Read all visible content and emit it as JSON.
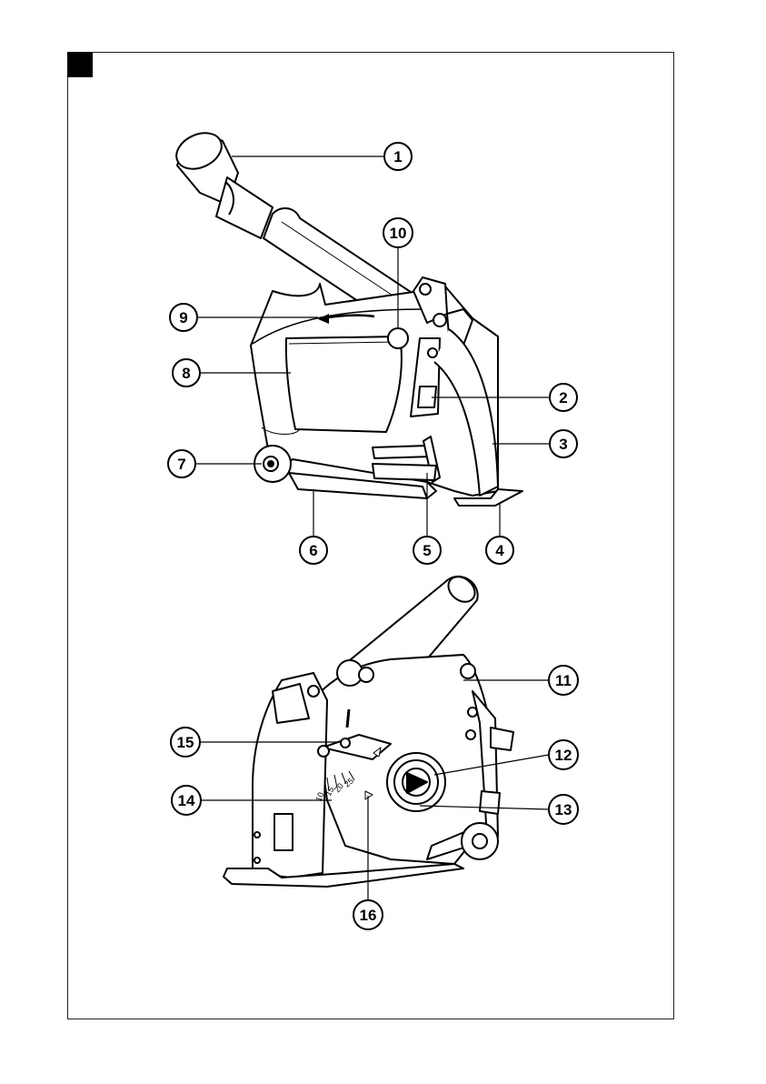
{
  "figure": {
    "callouts": [
      {
        "id": "1",
        "label": "1"
      },
      {
        "id": "2",
        "label": "2"
      },
      {
        "id": "3",
        "label": "3"
      },
      {
        "id": "4",
        "label": "4"
      },
      {
        "id": "5",
        "label": "5"
      },
      {
        "id": "6",
        "label": "6"
      },
      {
        "id": "7",
        "label": "7"
      },
      {
        "id": "8",
        "label": "8"
      },
      {
        "id": "9",
        "label": "9"
      },
      {
        "id": "10",
        "label": "10"
      },
      {
        "id": "11",
        "label": "11"
      },
      {
        "id": "12",
        "label": "12"
      },
      {
        "id": "13",
        "label": "13"
      },
      {
        "id": "14",
        "label": "14"
      },
      {
        "id": "15",
        "label": "15"
      },
      {
        "id": "16",
        "label": "16"
      }
    ],
    "depth_scale": [
      "10",
      "15",
      "20",
      "25"
    ]
  }
}
